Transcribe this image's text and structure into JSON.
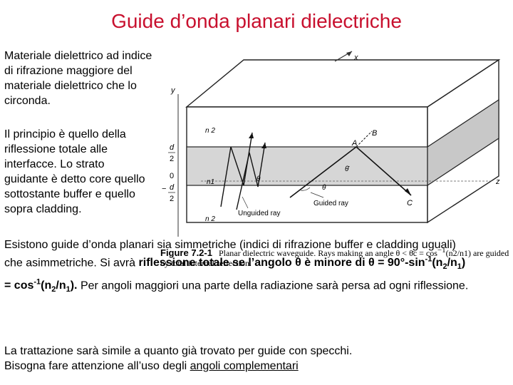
{
  "title": "Guide d’onda planari dielectriche",
  "p1": "Materiale dielettrico ad indice di rifrazione maggiore del materiale dielettrico che lo circonda.",
  "p2": "Il principio è quello della riflessione totale alle interfacce. Lo strato guidante è detto core quello sottostante buffer e quello sopra cladding.",
  "p3": {
    "intro": "Esistono guide d’onda planari sia simmetriche (indici di rifrazione buffer e cladding uguali) che asimmetriche. Si avrà ",
    "bold_a": "riflessione totale se l’angolo θ è minore di θ = 90°-sin",
    "sup1": "-1",
    "bold_b": "(n",
    "sub1": "2",
    "bold_c": "/n",
    "sub2": "1",
    "bold_d": ") = cos",
    "sup2": "-1",
    "bold_e": "(n",
    "sub3": "2",
    "bold_f": "/n",
    "sub4": "1",
    "bold_g": ").",
    "outro": " Per angoli maggiori una  parte della radiazione sarà persa ad ogni riflessione."
  },
  "p4": {
    "line1": "La trattazione sarà simile a quanto già trovato per guide con specchi.",
    "line2_a": "Bisogna fare attenzione all’uso degli ",
    "line2_u": "angoli complementari"
  },
  "figure": {
    "axis_x": "x",
    "axis_y": "y",
    "axis_z": "z",
    "n2_top": "n 2",
    "n1": "n1",
    "n2_bottom": "n 2",
    "d_over_2": "d",
    "two": "2",
    "zero": "0",
    "minus_d": "d",
    "minus_sign": "−",
    "label_A": "A",
    "label_B": "B",
    "label_C": "C",
    "theta": "θ",
    "theta_bar": "θ̄",
    "guided_ray": "Guided ray",
    "unguided_ray": "Unguided ray"
  },
  "caption": {
    "fignum": "Figure 7.2-1",
    "text": "Planar dielectric waveguide. Rays making an angle θ < θ̄c = cos",
    "sup": "−1",
    "text2": "(n2/n1) are guided by total internal reflection."
  }
}
